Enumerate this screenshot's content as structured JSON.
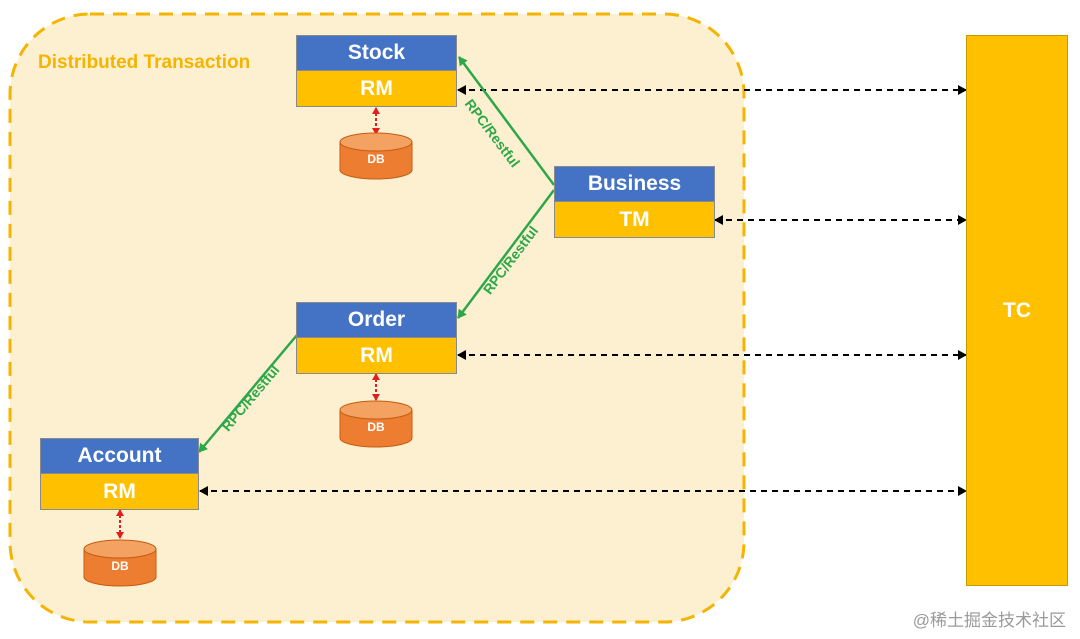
{
  "region": {
    "title": "Distributed Transaction"
  },
  "services": {
    "stock": {
      "name": "Stock",
      "role": "RM"
    },
    "business": {
      "name": "Business",
      "role": "TM"
    },
    "order": {
      "name": "Order",
      "role": "RM"
    },
    "account": {
      "name": "Account",
      "role": "RM"
    }
  },
  "coordinator": {
    "label": "TC"
  },
  "database": {
    "label": "DB"
  },
  "rpc_label": "RPC/Restful",
  "watermark": "@稀土掘金技术社区",
  "colors": {
    "service_header": "#4472c4",
    "service_role": "#ffc000",
    "region_fill": "#fdf0d0",
    "region_border": "#f4b400",
    "rpc_arrow": "#2ca84a",
    "db_fill": "#ed7d31",
    "db_link": "#e02020"
  }
}
